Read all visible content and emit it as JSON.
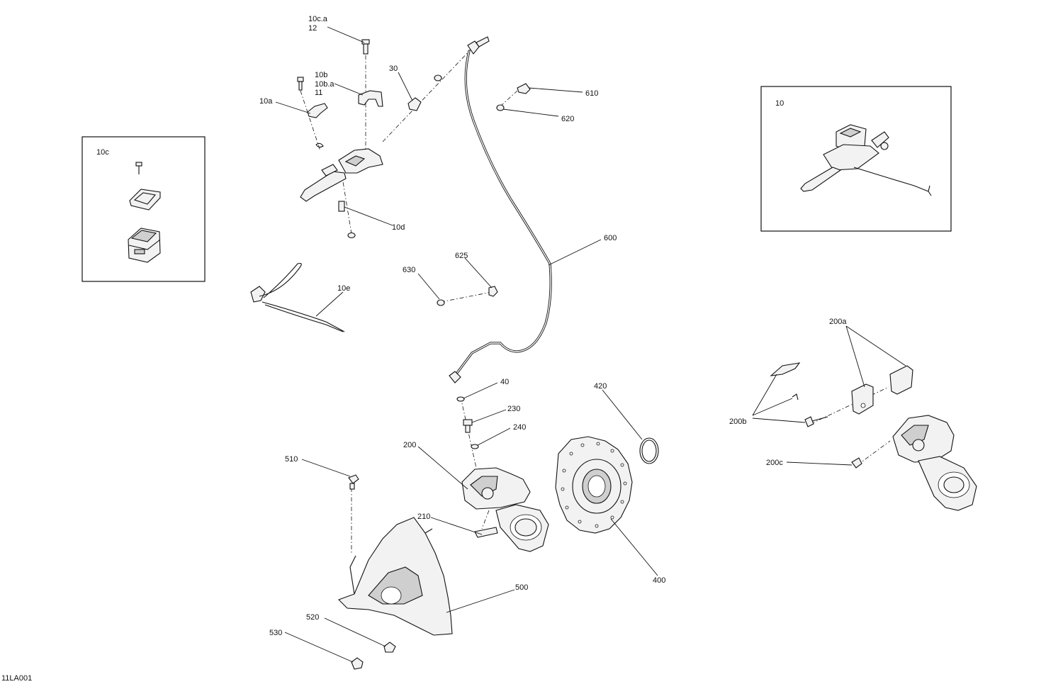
{
  "figure_id": "11LA001",
  "inset_left": {
    "label": "10c"
  },
  "inset_right": {
    "label": "10"
  },
  "callouts": {
    "c10ca": "10c.a",
    "c12": "12",
    "c10b": "10b",
    "c10ba": "10b.a",
    "c11": "11",
    "c10a": "10a",
    "c30": "30",
    "c10d": "10d",
    "c10e": "10e",
    "c610": "610",
    "c620": "620",
    "c600": "600",
    "c625": "625",
    "c630": "630",
    "c40": "40",
    "c230": "230",
    "c240": "240",
    "c200": "200",
    "c210": "210",
    "c420": "420",
    "c400": "400",
    "c510": "510",
    "c500": "500",
    "c520": "520",
    "c530": "530",
    "c200a": "200a",
    "c200b": "200b",
    "c200c": "200c"
  }
}
